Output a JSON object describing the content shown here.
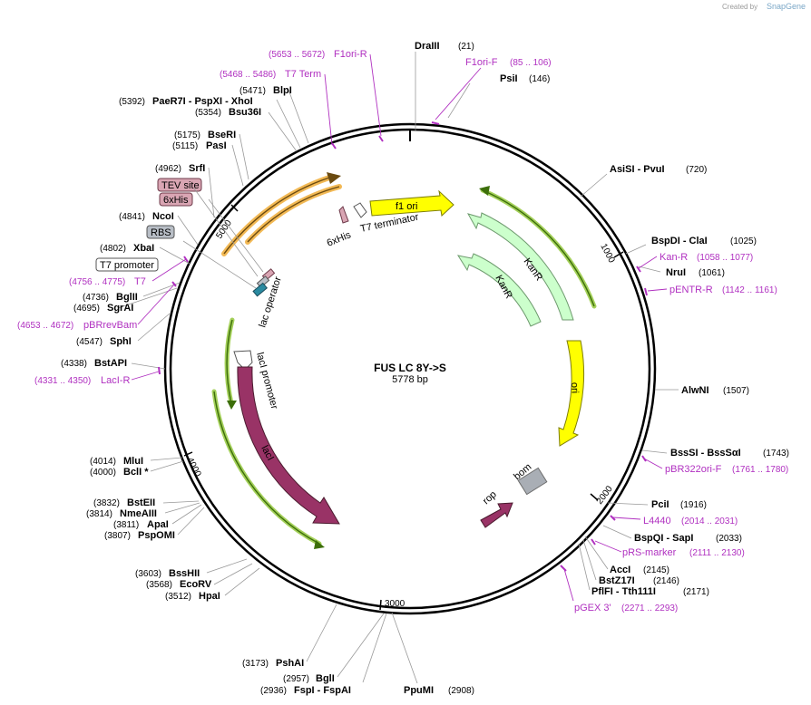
{
  "credit": {
    "text": "Created by",
    "brand": "SnapGene"
  },
  "plasmid": {
    "name": "FUS LC 8Y->S",
    "size_label": "5778 bp"
  },
  "ticks": [
    "1000",
    "2000",
    "3000",
    "4000",
    "5000"
  ],
  "sites": [
    {
      "name": "DraIII",
      "pos": "(21)"
    },
    {
      "name": "PsiI",
      "pos": "(146)"
    },
    {
      "name": "AsiSI - PvuI",
      "pos": "(720)"
    },
    {
      "name": "BspDI - ClaI",
      "pos": "(1025)"
    },
    {
      "name": "NruI",
      "pos": "(1061)"
    },
    {
      "name": "AlwNI",
      "pos": "(1507)"
    },
    {
      "name": "BssSI - BssSαI",
      "pos": "(1743)"
    },
    {
      "name": "PciI",
      "pos": "(1916)"
    },
    {
      "name": "BspQI - SapI",
      "pos": "(2033)"
    },
    {
      "name": "AccI",
      "pos": "(2145)"
    },
    {
      "name": "BstZ17I",
      "pos": "(2146)"
    },
    {
      "name": "PflFI - Tth111I",
      "pos": "(2171)"
    },
    {
      "name": "PpuMI",
      "pos": "(2908)"
    },
    {
      "name": "FspI - FspAI",
      "pos": "(2936)"
    },
    {
      "name": "BglI",
      "pos": "(2957)"
    },
    {
      "name": "PshAI",
      "pos": "(3173)"
    },
    {
      "name": "HpaI",
      "pos": "(3512)"
    },
    {
      "name": "EcoRV",
      "pos": "(3568)"
    },
    {
      "name": "BssHII",
      "pos": "(3603)"
    },
    {
      "name": "PspOMI",
      "pos": "(3807)"
    },
    {
      "name": "ApaI",
      "pos": "(3811)"
    },
    {
      "name": "NmeAIII",
      "pos": "(3814)"
    },
    {
      "name": "BstEII",
      "pos": "(3832)"
    },
    {
      "name": "BclI *",
      "pos": "(4000)"
    },
    {
      "name": "MluI",
      "pos": "(4014)"
    },
    {
      "name": "BstAPI",
      "pos": "(4338)"
    },
    {
      "name": "SphI",
      "pos": "(4547)"
    },
    {
      "name": "SgrAI",
      "pos": "(4695)"
    },
    {
      "name": "BglII",
      "pos": "(4736)"
    },
    {
      "name": "XbaI",
      "pos": "(4802)"
    },
    {
      "name": "NcoI",
      "pos": "(4841)"
    },
    {
      "name": "SrfI",
      "pos": "(4962)"
    },
    {
      "name": "PasI",
      "pos": "(5115)"
    },
    {
      "name": "BseRI",
      "pos": "(5175)"
    },
    {
      "name": "Bsu36I",
      "pos": "(5354)"
    },
    {
      "name": "PaeR7I - PspXI - XhoI",
      "pos": "(5392)"
    },
    {
      "name": "BlpI",
      "pos": "(5471)"
    }
  ],
  "primers": [
    {
      "name": "F1ori-F",
      "pos": "(85 .. 106)"
    },
    {
      "name": "Kan-R",
      "pos": "(1058 .. 1077)"
    },
    {
      "name": "pENTR-R",
      "pos": "(1142 .. 1161)"
    },
    {
      "name": "pBR322ori-F",
      "pos": "(1761 .. 1780)"
    },
    {
      "name": "L4440",
      "pos": "(2014 .. 2031)"
    },
    {
      "name": "pRS-marker",
      "pos": "(2111 .. 2130)"
    },
    {
      "name": "pGEX 3'",
      "pos": "(2271 .. 2293)"
    },
    {
      "name": "LacI-R",
      "pos": "(4331 .. 4350)"
    },
    {
      "name": "pBRrevBam",
      "pos": "(4653 .. 4672)"
    },
    {
      "name": "T7",
      "pos": "(4756 .. 4775)"
    },
    {
      "name": "T7 Term",
      "pos": "(5468 .. 5486)"
    },
    {
      "name": "F1ori-R",
      "pos": "(5653 .. 5672)"
    }
  ],
  "features": {
    "f1_ori": "f1 ori",
    "kanr_outer": "KanR",
    "kanr_inner": "KanR",
    "ori": "ori",
    "bom": "bom",
    "rop": "rop",
    "laci": "lacI",
    "laci_promoter": "lacI promoter",
    "lac_operator": "lac operator",
    "his6": "6xHis",
    "t7_terminator": "T7 terminator"
  },
  "boxed": {
    "tev_site": "TEV site",
    "his6": "6xHis",
    "rbs": "RBS",
    "t7_promoter": "T7 promoter"
  },
  "colors": {
    "primer": "#b030c0",
    "ori": "#ffff00",
    "kanr": "#ccffcc",
    "laci": "#993366",
    "bom": "#a9aeb5",
    "orf_green": "#a4d05a",
    "orf_orange": "#f2b955",
    "tev": "#d9a5b3",
    "rbs": "#b8bec6"
  }
}
